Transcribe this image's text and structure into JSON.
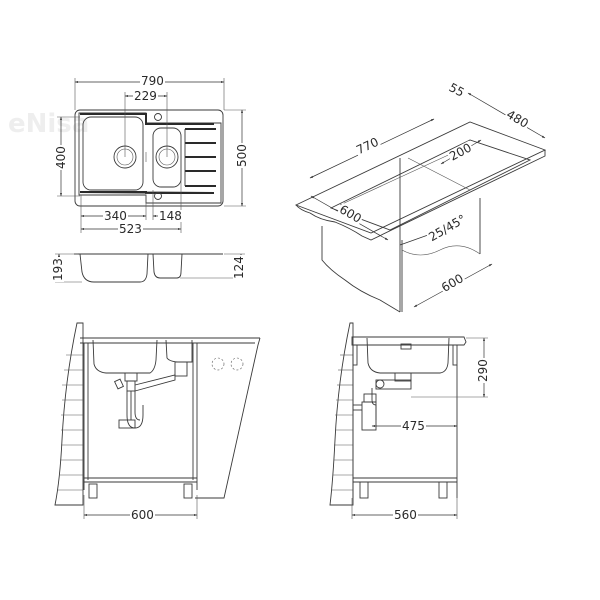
{
  "watermark": "eNisa",
  "top_view": {
    "overall_width": "790",
    "bowl_center_distance": "229",
    "overall_depth": "500",
    "bowl_depth": "400",
    "main_bowl_width": "340",
    "small_bowl_width": "148",
    "bowls_total_width": "523"
  },
  "side_view": {
    "main_bowl_height": "193",
    "small_bowl_height": "124"
  },
  "iso_view": {
    "cutout_length": "770",
    "edge_offset": "55",
    "cutout_depth": "480",
    "drainer_width": "200",
    "countertop_depth": "600",
    "worktop_thickness": "25/45°",
    "cabinet_width": "600"
  },
  "front_install": {
    "cabinet_width": "600"
  },
  "side_install": {
    "bowl_depth": "290",
    "drain_offset": "475",
    "cabinet_depth": "560"
  },
  "colors": {
    "line": "#3a3a3a",
    "background": "#ffffff",
    "watermark": "#eeeeee"
  }
}
